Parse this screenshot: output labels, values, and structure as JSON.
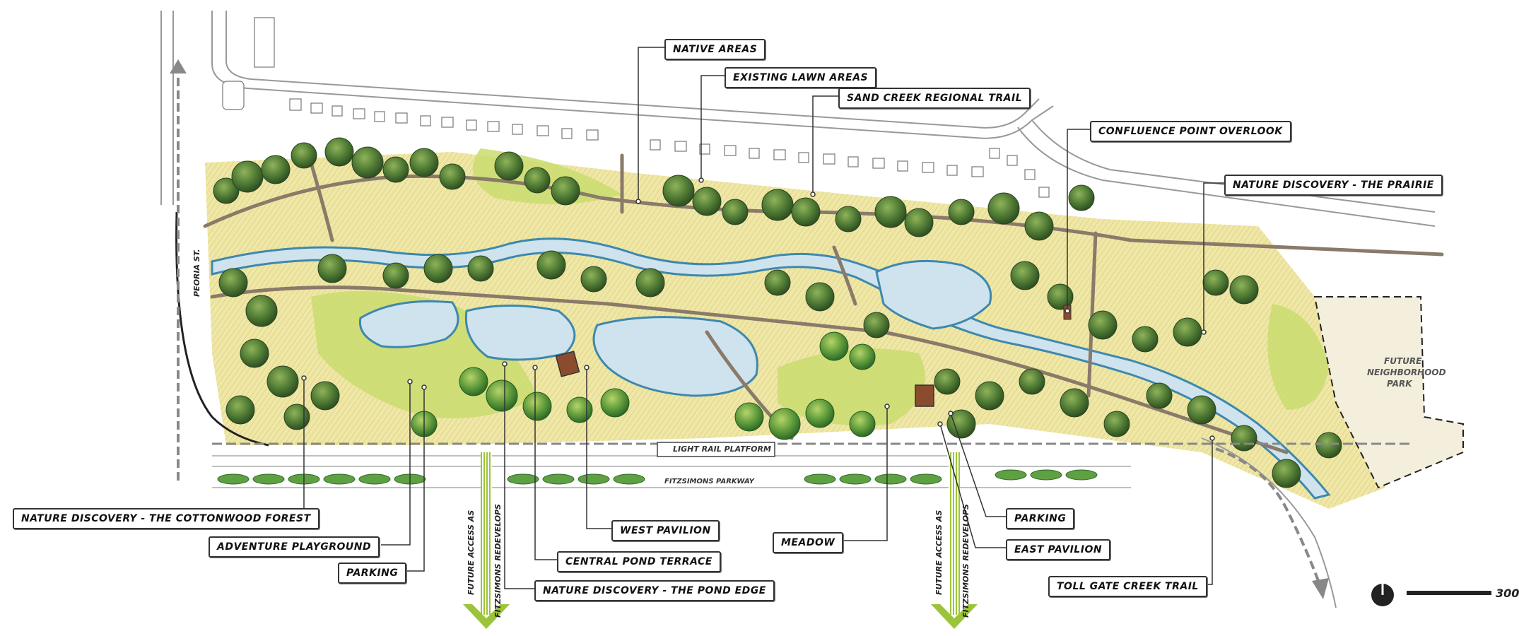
{
  "labels": {
    "native_areas": "NATIVE AREAS",
    "existing_lawn_areas": "EXISTING LAWN AREAS",
    "sand_creek_regional_trail": "SAND CREEK REGIONAL TRAIL",
    "confluence_point_overlook": "CONFLUENCE POINT OVERLOOK",
    "nature_discovery_prairie": "NATURE DISCOVERY -  THE PRAIRIE",
    "nature_discovery_cottonwood": "NATURE DISCOVERY - THE COTTONWOOD FOREST",
    "adventure_playground": "ADVENTURE PLAYGROUND",
    "parking_west": "PARKING",
    "west_pavilion": "WEST PAVILION",
    "central_pond_terrace": "CENTRAL POND TERRACE",
    "nature_discovery_pond_edge": "NATURE DISCOVERY - THE POND EDGE",
    "meadow": "MEADOW",
    "parking_east": "PARKING",
    "east_pavilion": "EAST PAVILION",
    "toll_gate_creek_trail": "TOLL GATE CREEK TRAIL"
  },
  "map_text": {
    "peoria_st": "PEORIA ST.",
    "light_rail_platform": "LIGHT RAIL PLATFORM",
    "fitzsimons_parkway": "FITZSIMONS PARKWAY",
    "future_neighborhood_park_line1": "FUTURE",
    "future_neighborhood_park_line2": "NEIGHBORHOOD",
    "future_neighborhood_park_line3": "PARK",
    "future_access_west_line1": "FUTURE ACCESS AS",
    "future_access_west_line2": "FITZSIMONS REDEVELOPS",
    "future_access_east_line1": "FUTURE ACCESS AS",
    "future_access_east_line2": "FITZSIMONS REDEVELOPS"
  },
  "scale": {
    "label": "300'"
  },
  "icons": [
    "north-arrow-icon",
    "scale-bar-icon",
    "access-arrow-icon"
  ],
  "colors": {
    "meadow_yellow": "#efe7a6",
    "lawn_green": "#c9dc6e",
    "tree_green": "#4f7a34",
    "water_blue": "#cfe3ee",
    "water_edge": "#3e88ad",
    "trail_brown": "#8a7a6a",
    "access_arrow": "#9cc43a"
  }
}
